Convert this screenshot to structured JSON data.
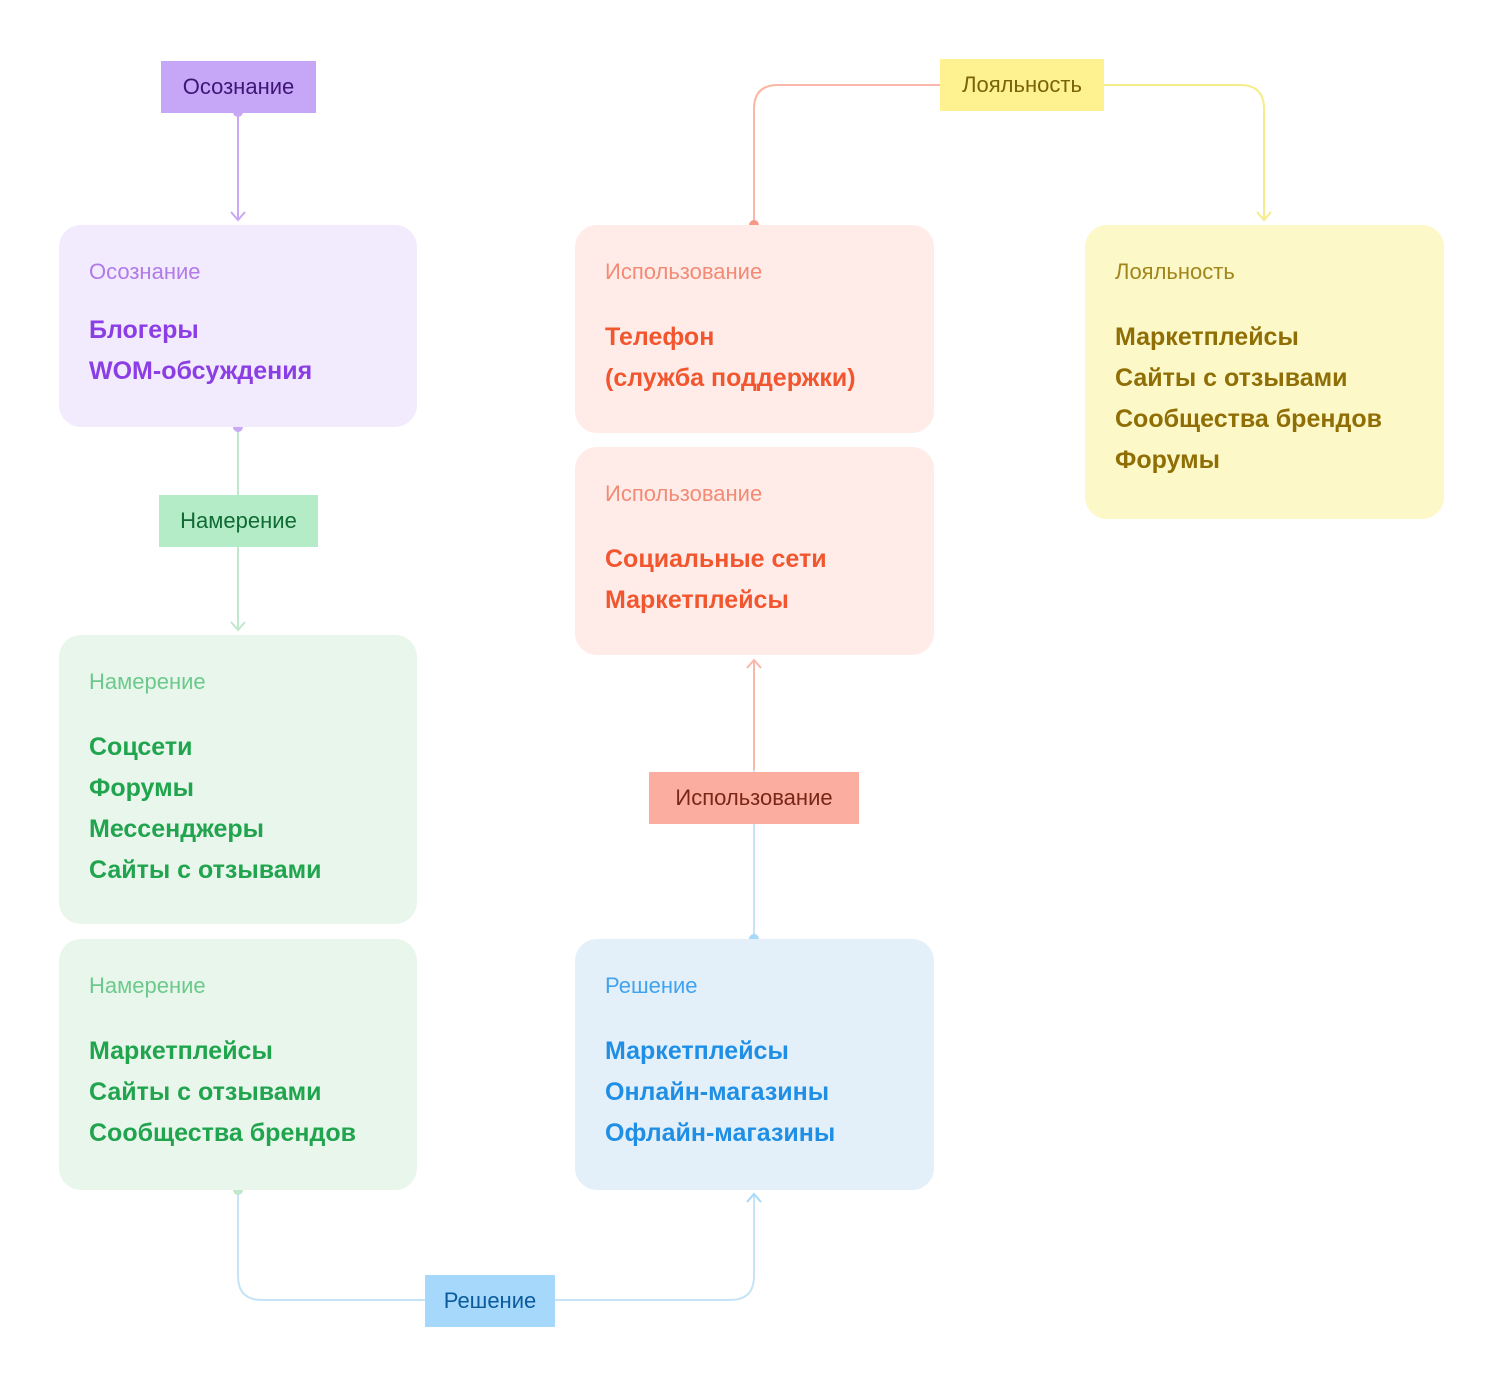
{
  "tags": {
    "awareness": "Осознание",
    "intent": "Намерение",
    "decision": "Решение",
    "usage": "Использование",
    "loyalty": "Лояльность"
  },
  "cards": {
    "awareness": {
      "stage": "Осознание",
      "items": [
        "Блогеры",
        "WOM-обсуждения"
      ]
    },
    "intent1": {
      "stage": "Намерение",
      "items": [
        "Соцсети",
        "Форумы",
        "Мессенджеры",
        "Сайты с отзывами"
      ]
    },
    "intent2": {
      "stage": "Намерение",
      "items": [
        "Маркетплейсы",
        "Сайты с отзывами",
        "Сообщества брендов"
      ]
    },
    "decision": {
      "stage": "Решение",
      "items": [
        "Маркетплейсы",
        "Онлайн-магазины",
        "Офлайн-магазины"
      ]
    },
    "usage1": {
      "stage": "Использование",
      "items": [
        "Телефон",
        "(служба поддержки)"
      ]
    },
    "usage2": {
      "stage": "Использование",
      "items": [
        "Социальные сети",
        "Маркетплейсы"
      ]
    },
    "loyalty": {
      "stage": "Лояльность",
      "items": [
        "Маркетплейсы",
        "Сайты с отзывами",
        "Сообщества брендов",
        "Форумы"
      ]
    }
  },
  "colors": {
    "purple": "#c5a6f7",
    "green": "#b5ecc8",
    "blue": "#a6d8fb",
    "red": "#fbada0",
    "yellow": "#fdf190"
  }
}
